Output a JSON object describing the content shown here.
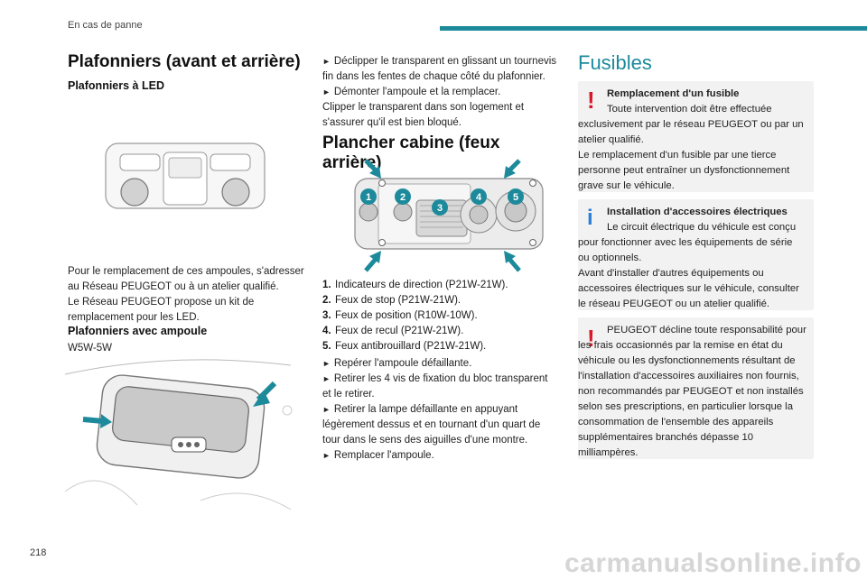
{
  "header": {
    "section": "En cas de panne",
    "page_number": "218"
  },
  "colors": {
    "accent": "#1d8a9c",
    "warning": "#d6182a",
    "info": "#2a7fd6",
    "callout_box": "#f2f2f2"
  },
  "left": {
    "title": "Plafonniers (avant et arrière)",
    "led_heading": "Plafonniers à LED",
    "led_text_1": "Pour le remplacement de ces ampoules, s'adresser au Réseau PEUGEOT ou à un atelier qualifié.",
    "led_text_2": "Le Réseau PEUGEOT propose un kit de remplacement pour les LED.",
    "bulb_heading": "Plafonniers avec ampoule",
    "bulb_type": "W5W-5W"
  },
  "middle": {
    "step_1": "Déclipper le transparent en glissant un tournevis fin dans les fentes de chaque côté du plafonnier.",
    "step_2": "Démonter l'ampoule et la remplacer.",
    "text_1": "Clipper le transparent dans son logement et s'assurer qu'il est bien bloqué.",
    "title": "Plancher cabine (feux arrière)",
    "lamps": [
      {
        "num": "1.",
        "label": "Indicateurs de direction (P21W-21W)."
      },
      {
        "num": "2.",
        "label": "Feux de stop (P21W-21W)."
      },
      {
        "num": "3.",
        "label": "Feux de position (R10W-10W)."
      },
      {
        "num": "4.",
        "label": "Feux de recul (P21W-21W)."
      },
      {
        "num": "5.",
        "label": "Feux antibrouillard (P21W-21W)."
      }
    ],
    "diagram_labels": [
      "1",
      "2",
      "3",
      "4",
      "5"
    ],
    "step_3": "Repérer l'ampoule défaillante.",
    "step_4": "Retirer les 4 vis de fixation du bloc transparent et le retirer.",
    "step_5": "Retirer la lampe défaillante en appuyant légèrement dessus et en tournant d'un quart de tour dans le sens des aiguilles d'une montre.",
    "step_6": "Remplacer l'ampoule."
  },
  "right": {
    "title": "Fusibles",
    "box1_title": "Remplacement d'un fusible",
    "box1_text": "Toute intervention doit être effectuée exclusivement par le réseau PEUGEOT ou par un atelier qualifié.",
    "box1_text_2": "Le remplacement d'un fusible par une tierce personne peut entraîner un dysfonctionnement grave sur le véhicule.",
    "box2_title": "Installation d'accessoires électriques",
    "box2_text": "Le circuit électrique du véhicule est conçu pour fonctionner avec les équipements de série ou optionnels.",
    "box2_text_2": "Avant d'installer d'autres équipements ou accessoires électriques sur le véhicule, consulter le réseau PEUGEOT ou un atelier qualifié.",
    "box3_text": "PEUGEOT décline toute responsabilité pour les frais occasionnés par la remise en état du véhicule ou les dysfonctionnements résultant de l'installation d'accessoires auxiliaires non fournis, non recommandés par PEUGEOT et non installés selon ses prescriptions, en particulier lorsque la consommation de l'ensemble des appareils supplémentaires branchés dépasse 10 milliampères."
  },
  "footer": {
    "watermark": "carmanualsonline.info"
  }
}
